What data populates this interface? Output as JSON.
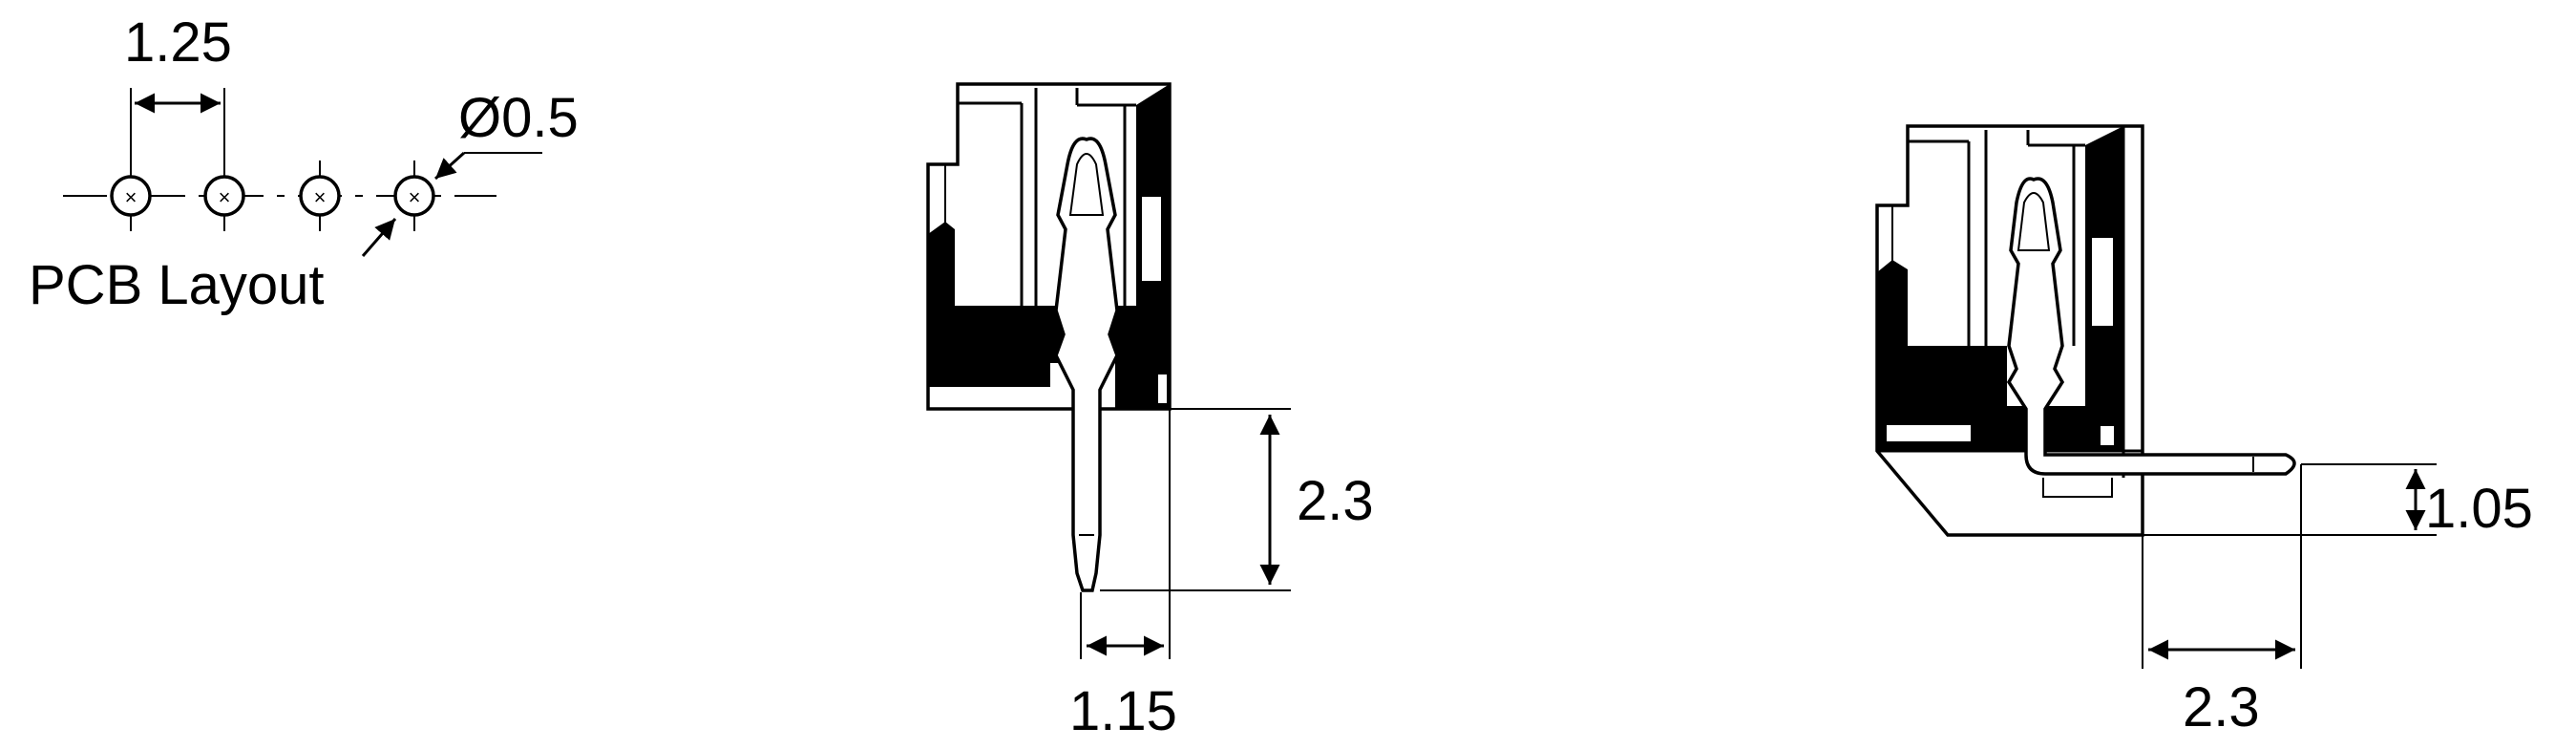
{
  "pcb_layout": {
    "pitch_label": "1.25",
    "hole_label": "Ø0.5",
    "caption": "PCB Layout"
  },
  "vertical_connector": {
    "pin_length_label": "2.3",
    "pin_offset_label": "1.15"
  },
  "right_angle_connector": {
    "pin_height_label": "1.05",
    "pin_extension_label": "2.3"
  },
  "colors": {
    "line": "#000000",
    "background": "#ffffff"
  }
}
